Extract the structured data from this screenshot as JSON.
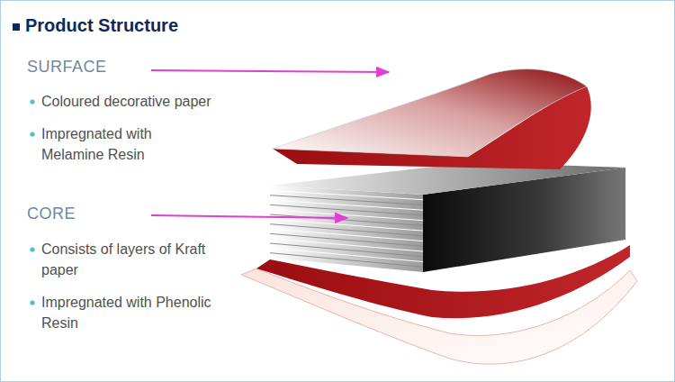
{
  "diagram": {
    "title": "Product Structure",
    "labels": [
      "SURFACE",
      "Coloured decorative paper",
      "Impregnated with Melamine Resin",
      "CORE",
      "Consists of layers of Kraft paper",
      "Impregnated with Phenolic Resin"
    ]
  }
}
